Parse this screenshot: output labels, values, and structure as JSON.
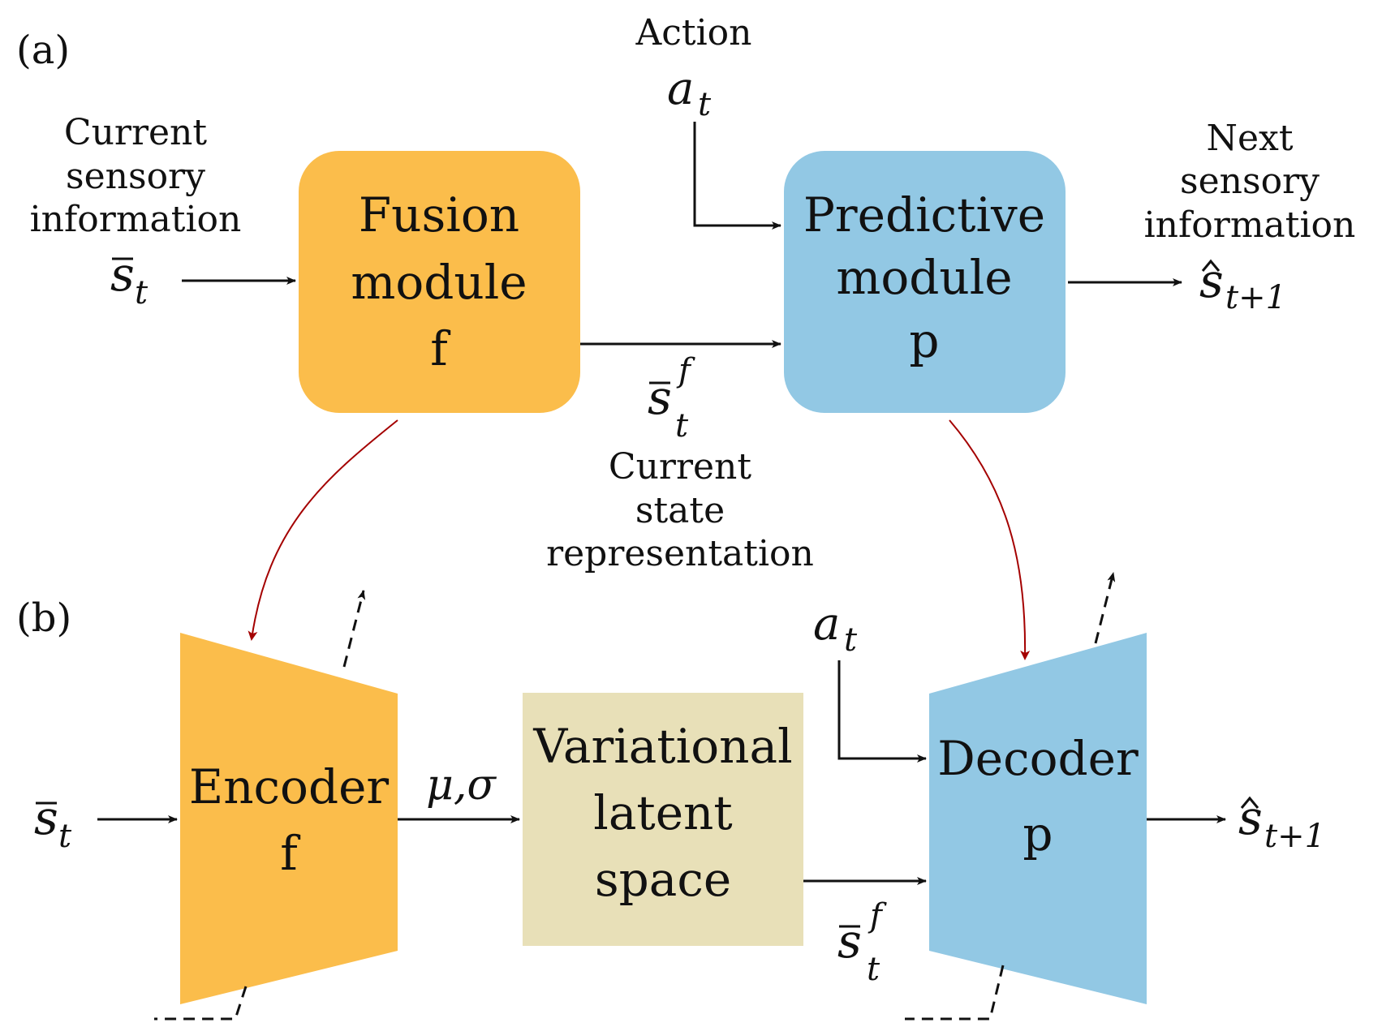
{
  "panels": {
    "a": "(a)",
    "b": "(b)"
  },
  "colors": {
    "orange": "#fbbd4b",
    "blue": "#92c8e4",
    "beige": "#e8e0b8",
    "arrow": "#111111",
    "red_arrow": "#a40000"
  },
  "top": {
    "action_label": "Action",
    "action_sym": "a",
    "action_sub": "t",
    "input_lines": [
      "Current",
      "sensory",
      "information"
    ],
    "input_sym": "s",
    "input_sub": "t",
    "fusion": {
      "lines": [
        "Fusion",
        "module",
        "f"
      ]
    },
    "predictive": {
      "lines": [
        "Predictive",
        "module",
        "p"
      ]
    },
    "output_lines": [
      "Next",
      "sensory",
      "information"
    ],
    "output_sym": "s",
    "output_sub": "t+1",
    "state_sym": "s",
    "state_sub": "t",
    "state_sup": "f",
    "state_lines": [
      "Current",
      "state",
      "representation"
    ]
  },
  "bottom": {
    "input_sym": "s",
    "input_sub": "t",
    "encoder": {
      "lines": [
        "Encoder",
        "f"
      ]
    },
    "mu_sigma": "μ,σ",
    "latent": {
      "lines": [
        "Variational",
        "latent",
        "space"
      ]
    },
    "action_sym": "a",
    "action_sub": "t",
    "decoder": {
      "lines": [
        "Decoder",
        "p"
      ]
    },
    "output_sym": "s",
    "output_sub": "t+1",
    "state_sym": "s",
    "state_sub": "t",
    "state_sup": "f"
  }
}
